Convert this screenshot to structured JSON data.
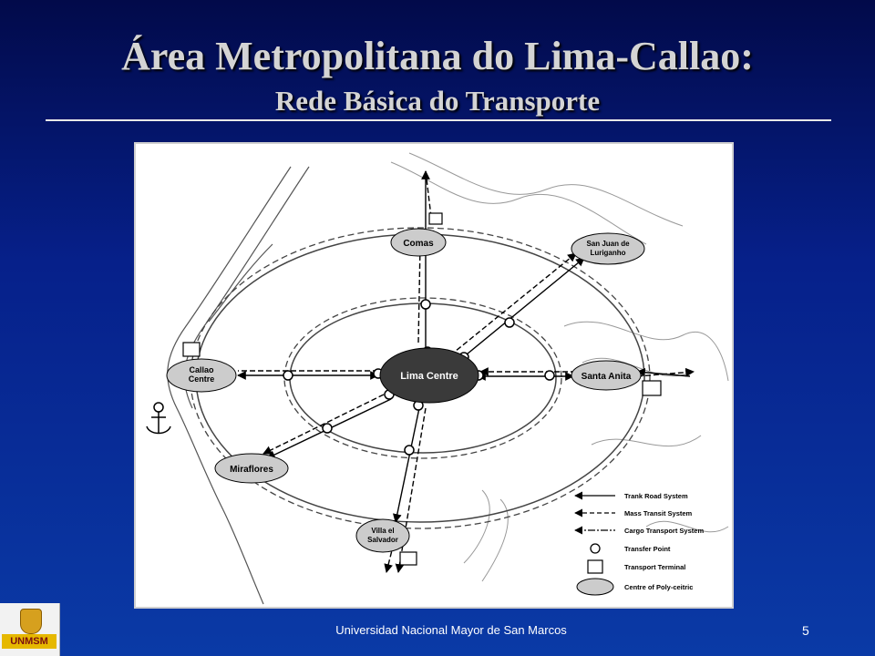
{
  "slide": {
    "title": "Área Metropolitana do Lima-Callao:",
    "subtitle": "Rede Básica do Transporte",
    "footer": "Universidad Nacional Mayor de San Marcos",
    "page_number": "5",
    "logo_text": "UNMSM"
  },
  "diagram": {
    "nodes": {
      "lima_centre": "Lima Centre",
      "comas": "Comas",
      "san_juan_line1": "San Juan de",
      "san_juan_line2": "Luriganho",
      "callao_line1": "Callao",
      "callao_line2": "Centre",
      "santa_anita": "Santa Anita",
      "miraflores": "Miraflores",
      "villa_line1": "Villa el",
      "villa_line2": "Salvador"
    },
    "legend": [
      {
        "label": "Trank Road System"
      },
      {
        "label": "Mass Transit System"
      },
      {
        "label": "Cargo Transport System"
      },
      {
        "label": "Transfer Point"
      },
      {
        "label": "Transport Terminal"
      },
      {
        "label": "Centre of Poly-ceitric"
      }
    ]
  }
}
